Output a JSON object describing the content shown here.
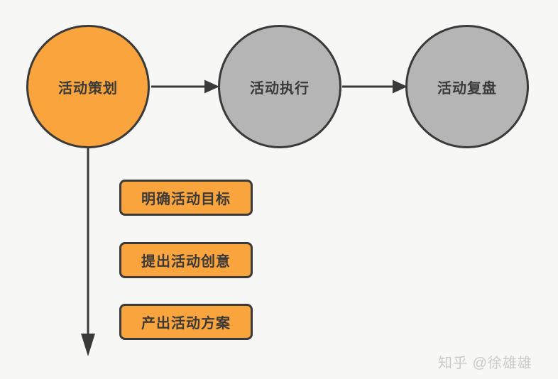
{
  "diagram": {
    "title": "activity-planning-flowchart",
    "nodes": [
      {
        "id": "planning",
        "label": "活动策划",
        "fill": "#F9A43C"
      },
      {
        "id": "execution",
        "label": "活动执行",
        "fill": "#B5B5B5"
      },
      {
        "id": "review",
        "label": "活动复盘",
        "fill": "#B5B5B5"
      }
    ],
    "edges": [
      {
        "from": "planning",
        "to": "execution",
        "direction": "right"
      },
      {
        "from": "execution",
        "to": "review",
        "direction": "right"
      },
      {
        "from": "planning",
        "to": "tasks",
        "direction": "down"
      }
    ],
    "tasks": [
      {
        "label": "明确活动目标"
      },
      {
        "label": "提出活动创意"
      },
      {
        "label": "产出活动方案"
      }
    ],
    "colors": {
      "background": "#F7F7F5",
      "accent_orange": "#F9A43C",
      "node_gray": "#B5B5B5",
      "stroke_dark": "#3A3A3A",
      "watermark_gray": "#CBCBCB"
    }
  },
  "watermark": {
    "text": "知乎 @徐雄雄"
  }
}
